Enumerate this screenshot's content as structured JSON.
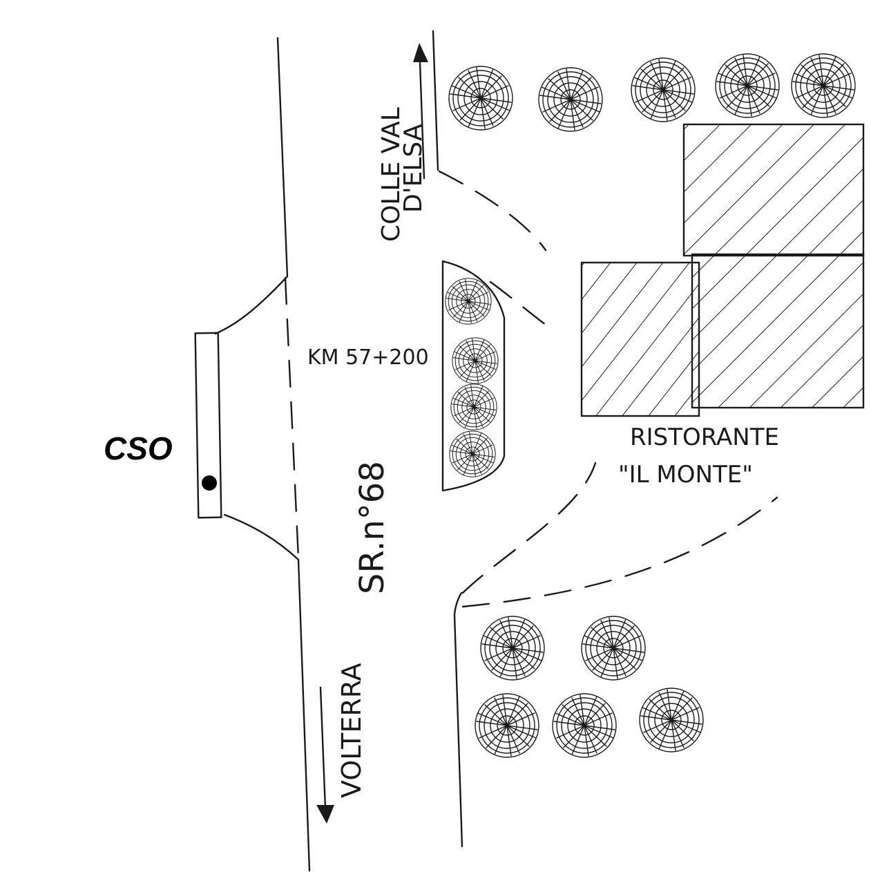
{
  "labels": {
    "station": "CSO",
    "kilometer": "KM 57+200",
    "road": "SR.n°68",
    "north_destination": "COLLE VAL",
    "north_destination_2": "D'ELSA",
    "south_destination": "VOLTERRA",
    "restaurant_line1": "RISTORANTE",
    "restaurant_line2": "\"IL MONTE\""
  },
  "icons": {
    "tree": "tree-canopy-icon",
    "arrow_north": "arrow-up-icon",
    "arrow_south": "arrow-down-icon",
    "station_marker": "filled-dot-icon"
  },
  "colors": {
    "ink": "#1a1a1a",
    "background": "#ffffff"
  }
}
